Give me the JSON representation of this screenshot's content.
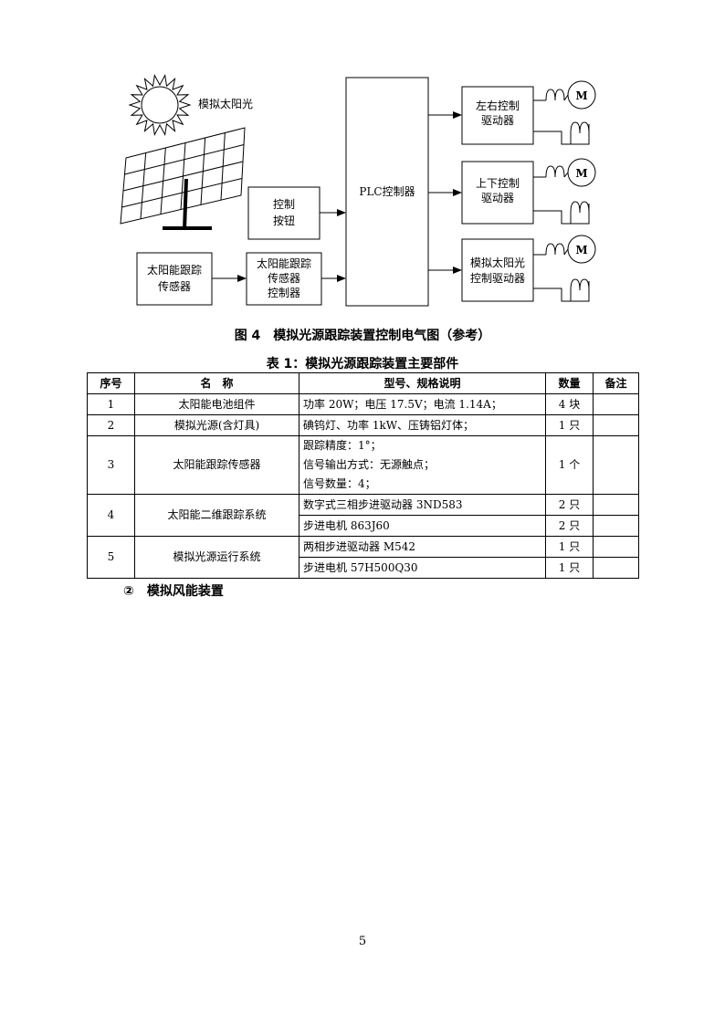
{
  "diagram": {
    "sun_label": "模拟太阳光",
    "control_button": [
      "控制",
      "按钮"
    ],
    "tracking_sensor": [
      "太阳能跟踪",
      "传感器"
    ],
    "sensor_controller": [
      "太阳能跟踪",
      "传感器",
      "控制器"
    ],
    "plc": "PLC控制器",
    "driver_lr": [
      "左右控制",
      "驱动器"
    ],
    "driver_ud": [
      "上下控制",
      "驱动器"
    ],
    "driver_sun": [
      "模拟太阳光",
      "控制驱动器"
    ],
    "motor": "M"
  },
  "figure_caption": "图 4　模拟光源跟踪装置控制电气图（参考）",
  "table_caption": "表 1：模拟光源跟踪装置主要部件",
  "table": {
    "headers": [
      "序号",
      "名　称",
      "型号、规格说明",
      "数量",
      "备注"
    ],
    "rows": [
      {
        "no": "1",
        "name": "太阳能电池组件",
        "specs": [
          "功率 20W；电压 17.5V；电流 1.14A；"
        ],
        "qty": [
          "4 块"
        ]
      },
      {
        "no": "2",
        "name": "模拟光源(含灯具)",
        "specs": [
          "碘钨灯、功率 1kW、压铸铝灯体；"
        ],
        "qty": [
          "1 只"
        ]
      },
      {
        "no": "3",
        "name": "太阳能跟踪传感器",
        "specs": [
          "跟踪精度：1°；",
          "信号输出方式：无源触点；",
          "信号数量：4；"
        ],
        "qty": [
          "1 个"
        ]
      },
      {
        "no": "4",
        "name": "太阳能二维跟踪系统",
        "specs": [
          "数字式三相步进驱动器 3ND583",
          "步进电机 863J60"
        ],
        "qty": [
          "2 只",
          "2 只"
        ]
      },
      {
        "no": "5",
        "name": "模拟光源运行系统",
        "specs": [
          "两相步进驱动器 M542",
          "步进电机 57H500Q30"
        ],
        "qty": [
          "1 只",
          "1 只"
        ]
      }
    ]
  },
  "section_heading": "②　模拟风能装置",
  "page_number": "5"
}
